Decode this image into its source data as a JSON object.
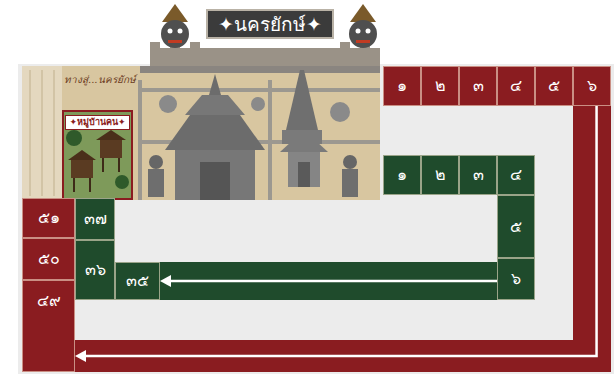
{
  "diagram": {
    "title": "✦นครยักษ์✦",
    "nodes": [
      {
        "text": [
          "✦หมู่บ้านคน✦"
        ]
      },
      {
        "text": [
          "๑"
        ]
      },
      {
        "text": [
          "๒"
        ]
      },
      {
        "text": [
          "๓"
        ]
      },
      {
        "text": [
          "๔"
        ]
      },
      {
        "text": [
          "๕"
        ]
      },
      {
        "text": [
          "๖"
        ]
      },
      {
        "text": [
          "๑"
        ]
      },
      {
        "text": [
          "๒"
        ]
      },
      {
        "text": [
          "๓"
        ]
      },
      {
        "text": [
          "๔"
        ]
      },
      {
        "text": [
          "๕"
        ]
      },
      {
        "text": [
          "๖"
        ]
      },
      {
        "text": [
          "๓๕"
        ]
      },
      {
        "text": [
          "๓๖"
        ]
      },
      {
        "text": [
          "๓๗"
        ]
      },
      {
        "text": [
          "๕๑"
        ]
      },
      {
        "text": [
          "๕๐"
        ]
      },
      {
        "text": [
          "๔๙"
        ]
      }
    ],
    "edges": [
      {
        "from": 6,
        "to": 18,
        "arrow": "to"
      },
      {
        "from": 12,
        "to": 13,
        "arrow": "to"
      }
    ],
    "labels": [
      "ทางสู่...นครยักษ์"
    ]
  }
}
